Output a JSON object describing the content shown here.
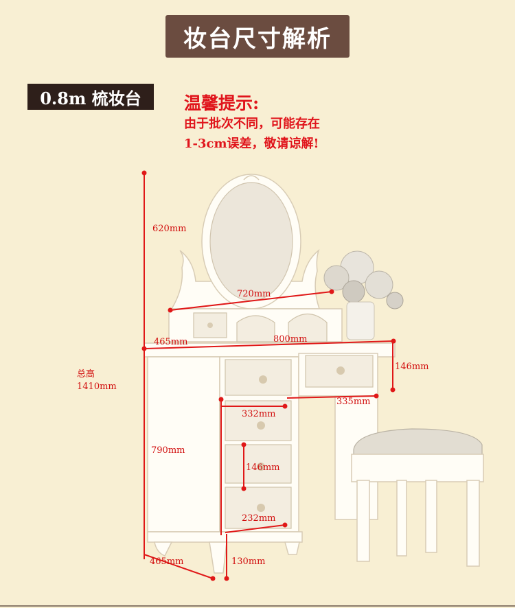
{
  "header": {
    "title": "妆台尺寸解析"
  },
  "model": {
    "label": "0.8m  梳妆台"
  },
  "notice": {
    "title": "温馨提示:",
    "lines": [
      "由于批次不同，可能存在",
      "1-3cm误差，敬请谅解!"
    ]
  },
  "dimensions": {
    "mirror_height": "620mm",
    "mirror_width": "720mm",
    "top_depth": "465mm",
    "top_width": "800mm",
    "side_drawer_height": "146mm",
    "top_drawer_width": "335mm",
    "total_height_label": "总高",
    "total_height_value": "1410mm",
    "drawer_width_upper": "332mm",
    "body_height": "790mm",
    "drawer_height": "146mm",
    "drawer_width_lower": "232mm",
    "base_depth": "465mm",
    "leg_height": "130mm"
  },
  "colors": {
    "accent_red": "#e01818",
    "banner_brown": "#6b4c40",
    "tag_dark": "#2e1f1a",
    "background": "#f8efd3"
  }
}
